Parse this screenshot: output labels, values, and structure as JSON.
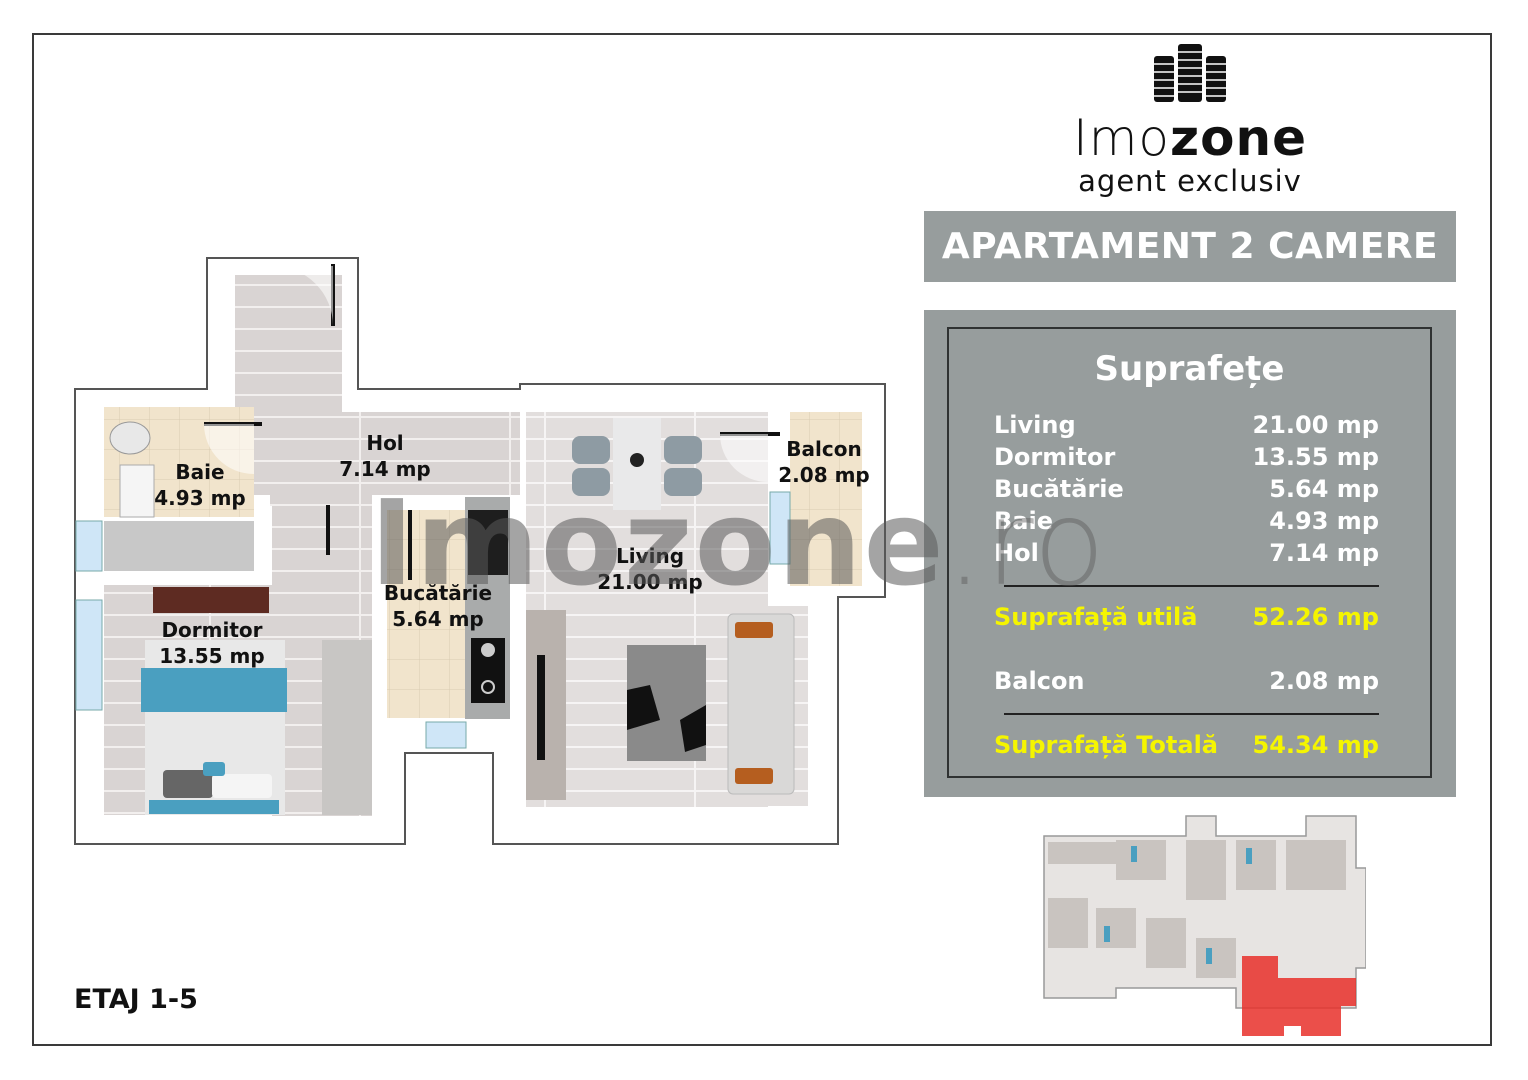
{
  "logo": {
    "brand_light": "Imo",
    "brand_bold": "zone",
    "tagline": "agent exclusiv",
    "icon": "buildings-icon"
  },
  "title": "APARTAMENT 2 CAMERE",
  "surfaces": {
    "heading": "Suprafețe",
    "rooms": [
      {
        "name": "Living",
        "area": "21.00 mp"
      },
      {
        "name": "Dormitor",
        "area": "13.55 mp"
      },
      {
        "name": "Bucătărie",
        "area": "5.64 mp"
      },
      {
        "name": "Baie",
        "area": "4.93 mp"
      },
      {
        "name": "Hol",
        "area": "7.14 mp"
      }
    ],
    "useful": {
      "name": "Suprafață utilă",
      "area": "52.26 mp"
    },
    "balcony": {
      "name": "Balcon",
      "area": "2.08 mp"
    },
    "total": {
      "name": "Suprafață Totală",
      "area": "54.34 mp"
    }
  },
  "plan": {
    "rooms": [
      {
        "name": "Hol",
        "area": "7.14 mp"
      },
      {
        "name": "Baie",
        "area": "4.93 mp"
      },
      {
        "name": "Balcon",
        "area": "2.08 mp"
      },
      {
        "name": "Living",
        "area": "21.00 mp"
      },
      {
        "name": "Bucătărie",
        "area": "5.64 mp"
      },
      {
        "name": "Dormitor",
        "area": "13.55 mp"
      }
    ],
    "floor": "ETAJ 1-5"
  },
  "watermark": {
    "main": "Imozone",
    "suffix": ".ro"
  },
  "colors": {
    "panel_bg": "#979d9d",
    "highlight": "#f5f500",
    "text_light": "#ffffff",
    "floor_tile": "#d9d4d3",
    "bath_tile": "#f1e4cc",
    "bed_blue": "#4a9fc0",
    "keyplan_highlight": "#e8302a"
  }
}
